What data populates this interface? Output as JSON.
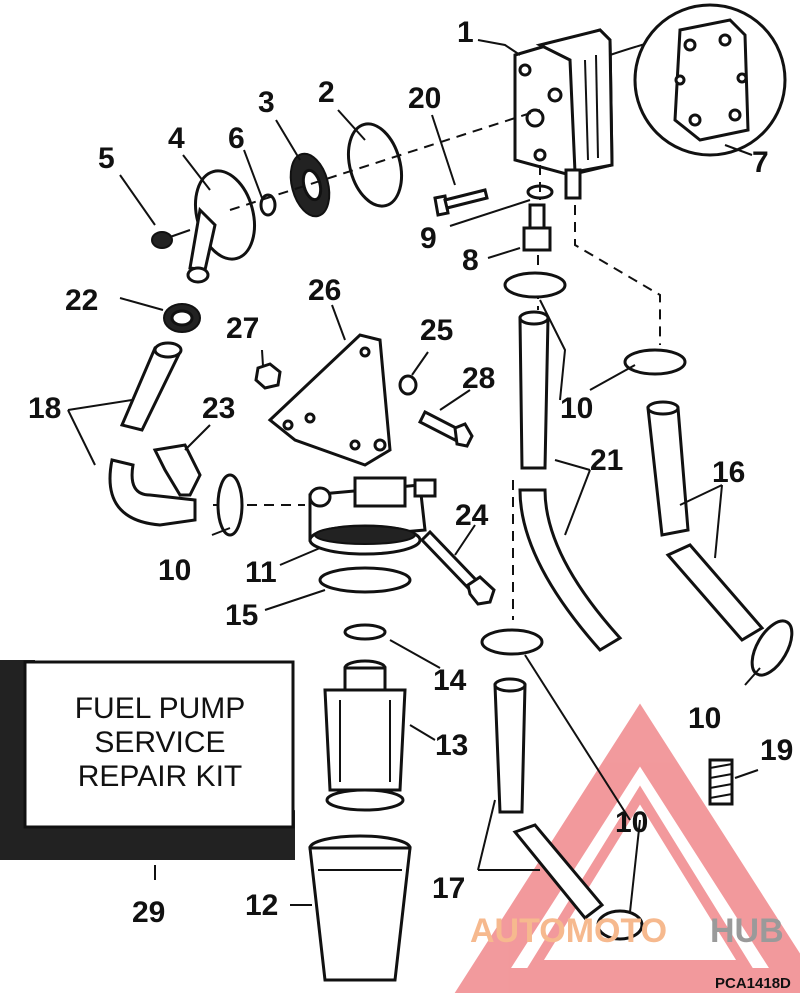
{
  "labels": {
    "l1": "1",
    "l2": "2",
    "l3": "3",
    "l4": "4",
    "l5": "5",
    "l6": "6",
    "l7": "7",
    "l8": "8",
    "l9": "9",
    "l10": "10",
    "l11": "11",
    "l12": "12",
    "l13": "13",
    "l14": "14",
    "l15": "15",
    "l16": "16",
    "l17": "17",
    "l18": "18",
    "l19": "19",
    "l20": "20",
    "l21": "21",
    "l22": "22",
    "l23": "23",
    "l24": "24",
    "l25": "25",
    "l26": "26",
    "l27": "27",
    "l28": "28",
    "l29": "29"
  },
  "kit": {
    "line1": "FUEL PUMP",
    "line2": "SERVICE",
    "line3": "REPAIR KIT"
  },
  "figure_code": "PCA1418D",
  "watermark": {
    "part1": "AUTOMOTO",
    "part2": "HUB",
    "color_a": "#f6b98e",
    "color_b": "#9a9a9a",
    "triangle_color": "#e8474c"
  }
}
